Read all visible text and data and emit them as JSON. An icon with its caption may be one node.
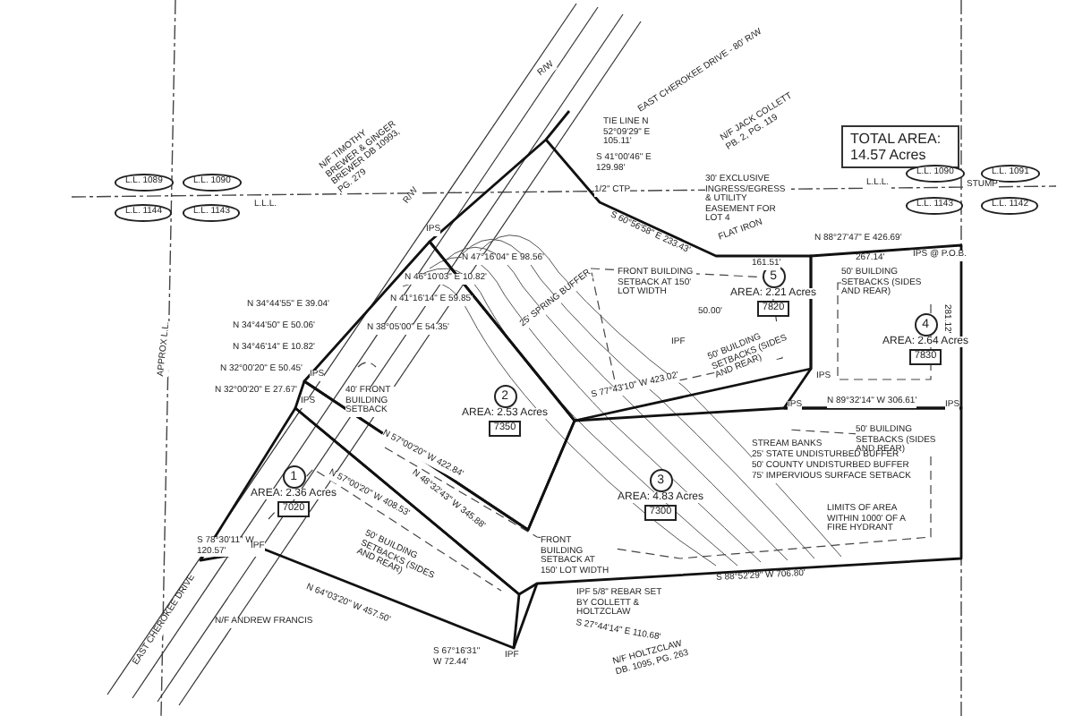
{
  "diagram": {
    "nodes": [
      {
        "text": [
          "1",
          "AREA: 2.36 Acres",
          "7020"
        ]
      },
      {
        "text": [
          "2",
          "AREA: 2.53 Acres",
          "7350"
        ]
      },
      {
        "text": [
          "3",
          "AREA: 4.83 Acres",
          "7300"
        ]
      },
      {
        "text": [
          "4",
          "AREA: 2.64 Acres",
          "7830"
        ]
      },
      {
        "text": [
          "5",
          "AREA: 2.21 Acres",
          "7820"
        ]
      },
      {
        "text": [
          "TOTAL AREA: 14.57 Acres"
        ]
      }
    ],
    "edges": [],
    "labels": [
      "N/F TIMOTHY BREWER & GINGER BREWER DB 10993, PG. 279",
      "L.L. 1089",
      "L.L. 1090",
      "L.L. 1144",
      "L.L. 1143",
      "L.L.L.",
      "EAST CHEROKEE DRIVE - 80' R/W",
      "R/W",
      "R/W",
      "TIE LINE N 52°09'29\" E 105.11'",
      "S 41°00'46\" E 129.98'",
      "1/2\" CTP",
      "N/F JACK COLLETT PB. 2, PG. 119",
      "L.L.L.",
      "L.L. 1090",
      "L.L. 1091",
      "L.L. 1143",
      "L.L. 1142",
      "STUMP",
      "S 60°56'58\" E 233.43'",
      "30' EXCLUSIVE INGRESS/EGRESS & UTILITY EASEMENT FOR LOT 4",
      "FLAT IRON",
      "N 88°27'47\" E 426.69'",
      "FRONT BUILDING SETBACK AT 150' LOT WIDTH",
      "161.51'",
      "267.14'",
      "IPS @ P.O.B.",
      "50.00'",
      "50' BUILDING SETBACKS (SIDES AND REAR)",
      "50' BUILDING SETBACKS (SIDES AND REAR)",
      "281.12'",
      "S 77°43'10\" W 423.02'",
      "N 89°32'14\" W 306.61'",
      "50' BUILDING SETBACKS (SIDES AND REAR)",
      "STREAM BANKS",
      "25' STATE UNDISTURBED BUFFER",
      "50' COUNTY UNDISTURBED BUFFER",
      "75' IMPERVIOUS SURFACE SETBACK",
      "LIMITS OF AREA WITHIN 1000' OF A FIRE HYDRANT",
      "S 88°52'29\" W 706.80'",
      "IPF 5/8\" REBAR SET BY COLLETT & HOLTZCLAW",
      "S 27°44'14\" E 110.68'",
      "N/F HOLTZCLAW DB. 1095, PG. 263",
      "N/F ANDREW FRANCIS",
      "N 64°03'20\" W 457.50'",
      "S 67°16'31\" W 72.44'",
      "S 78°30'11\" W 120.57'",
      "N 48°32'43\" W 345.88'",
      "FRONT BUILDING SETBACK AT 150' LOT WIDTH",
      "50' BUILDING SETBACKS (SIDES AND REAR)",
      "N 57°00'20\" W 422.84'",
      "N 57°00'20\" W 408.53'",
      "N 47°16'04\" E 98.56'",
      "N 46°10'03\" E 10.82'",
      "N 41°16'14\" E 59.85'",
      "N 38°05'00\" E 54.35'",
      "25' SPRING BUFFER",
      "N 34°44'55\" E 39.04'",
      "N 34°44'50\" E 50.06'",
      "N 34°46'14\" E 10.82'",
      "N 32°00'20\" E 50.45'",
      "N 32°00'20\" E 27.67'",
      "40' FRONT BUILDING SETBACK",
      "APPROX L.L.",
      "EAST CHEROKEE DRIVE",
      "IPS",
      "IPS",
      "IPS",
      "IPF",
      "IPS",
      "IPS",
      "IPS",
      "IPF",
      "IPF"
    ]
  }
}
